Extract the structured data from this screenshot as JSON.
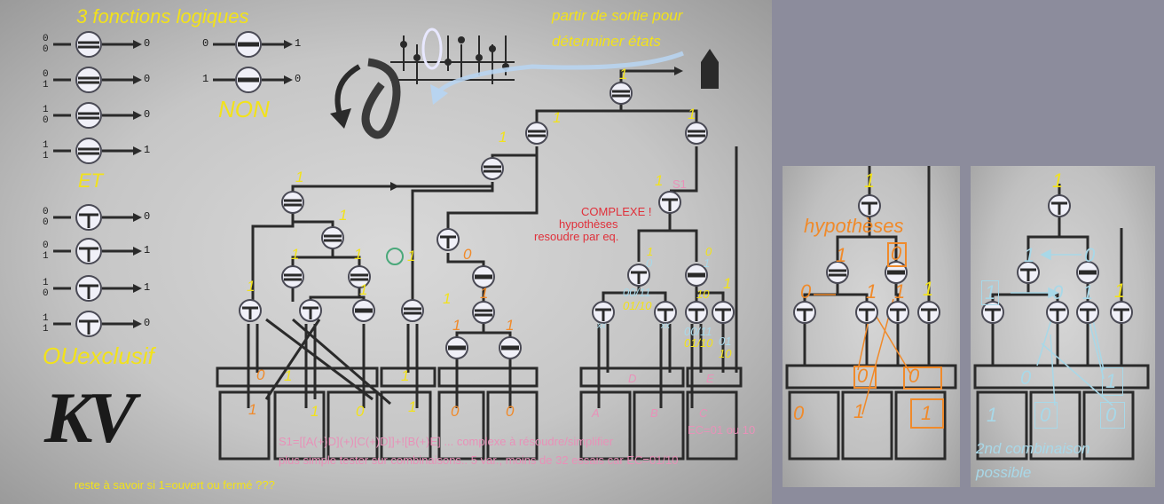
{
  "left_panel": {
    "title": "3 fonctions logiques",
    "and_label": "ET",
    "not_label": "NON",
    "xor_label": "OUexclusif",
    "note_top": "partir de sortie pour",
    "note_top2": "déterminer états",
    "complex_lines": [
      "COMPLEXE !",
      "hypothèses",
      "resoudre par eq."
    ],
    "s1_label": "S1",
    "equation": "S1=[[A(+)D](+)[C(+)D]]+![B(+)E] ... complexe à résoudre/simplifier",
    "equation2": "plus simple tester sur combinaisons.. 5 var., moins de 32 essais car EC=01/10",
    "ec_note": "EC=01 ou 10",
    "question": "reste à savoir si 1=ouvert ou fermé ???",
    "logo": "KV",
    "truth_and": [
      [
        "0",
        "0",
        "0"
      ],
      [
        "0",
        "1",
        "0"
      ],
      [
        "1",
        "0",
        "0"
      ],
      [
        "1",
        "1",
        "1"
      ]
    ],
    "truth_not": [
      [
        "0",
        "1"
      ],
      [
        "1",
        "0"
      ]
    ],
    "truth_xor": [
      [
        "0",
        "0",
        "0"
      ],
      [
        "0",
        "1",
        "1"
      ],
      [
        "1",
        "0",
        "1"
      ],
      [
        "1",
        "1",
        "0"
      ]
    ],
    "gate_values": {
      "top": "1",
      "g_left": "1",
      "g_right": "1",
      "g_mid": "1",
      "g_a": "1",
      "g_b": "1",
      "g_c": "1",
      "g_d": "1",
      "g_e": "1",
      "g_f": "1",
      "g_g": "0",
      "g_h": "1",
      "g_i": "1",
      "g_j": "1",
      "g_k": "1",
      "g_l": "1",
      "g_s1": "1",
      "g_r1": "1",
      "g_r2": "0",
      "g_r3": "1",
      "g_r4": "1"
    },
    "combos": [
      "00/11",
      "01/10",
      "00/11",
      "01/10"
    ],
    "small_vals": [
      "1",
      "0",
      "0",
      "1",
      "10",
      "01",
      "10"
    ],
    "xx": [
      "xx",
      "xx"
    ],
    "box_values": [
      "0",
      "1",
      "1",
      "0",
      "1",
      "1",
      "0",
      "0"
    ],
    "letters": [
      "D",
      "E",
      "A",
      "B",
      "C"
    ]
  },
  "mid_panel": {
    "title": "hypothèses",
    "values": [
      "1",
      "1",
      "0",
      "0",
      "1",
      "1",
      "1",
      "0",
      "0",
      "0",
      "1",
      "0",
      "1"
    ]
  },
  "right_panel": {
    "caption_1": "2nd combinaison",
    "caption_2": "possible",
    "values": [
      "1",
      "1",
      "0",
      "1",
      "0",
      "1",
      "1",
      "0",
      "1",
      "1",
      "0",
      "0"
    ]
  }
}
